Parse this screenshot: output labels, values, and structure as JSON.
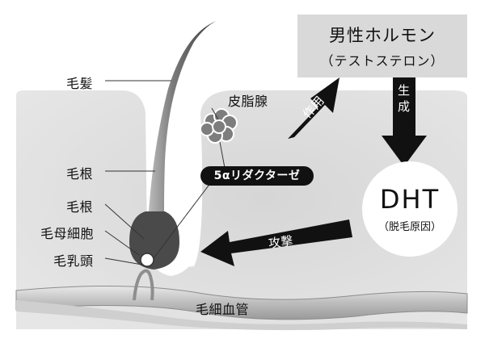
{
  "labels": {
    "hair": "毛髪",
    "root1": "毛根",
    "root2": "毛根",
    "matrix": "毛母細胞",
    "papilla": "毛乳頭",
    "sebaceous": "皮脂腺",
    "capillary": "毛細血管"
  },
  "hormone": {
    "title": "男性ホルモン",
    "sub": "（テストステロン）"
  },
  "dht": {
    "title": "DHT",
    "sub": "（脱毛原因）"
  },
  "enzyme": "5αリダクターゼ",
  "arrows": {
    "action": "作用",
    "generate": "生成",
    "attack": "攻撃"
  },
  "colors": {
    "skin": "#e3e3e3",
    "arrow": "#111111",
    "box": "#d9d9d9"
  }
}
